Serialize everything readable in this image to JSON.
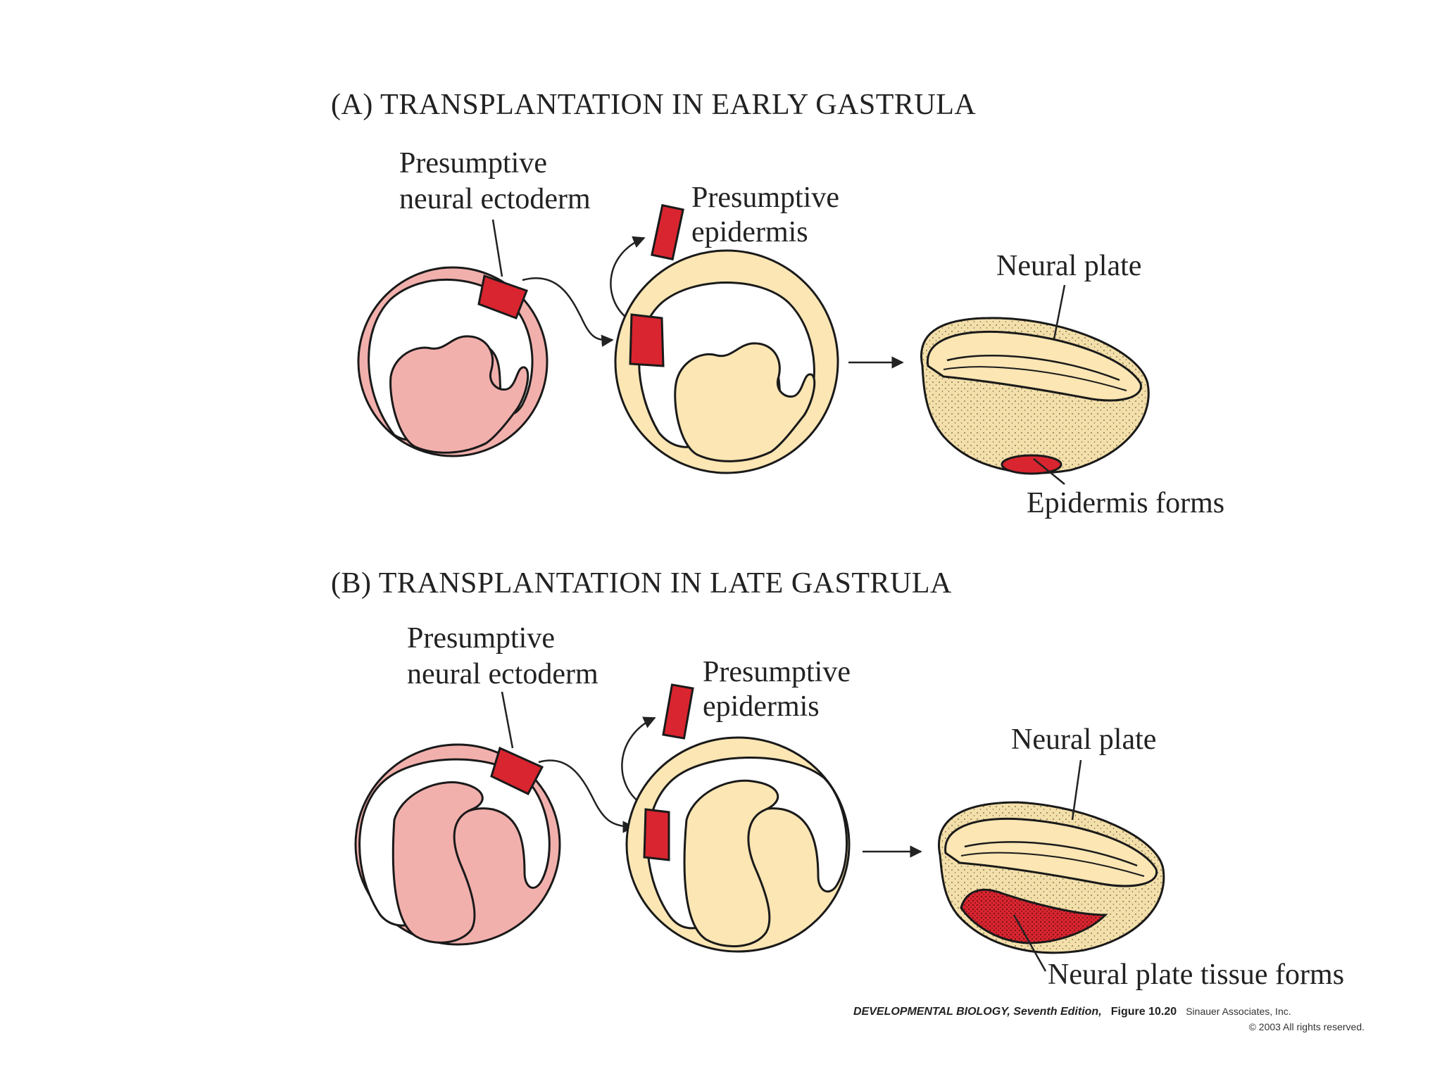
{
  "panel_a": {
    "title": "(A) TRANSPLANTATION IN EARLY GASTRULA",
    "donor_label_line1": "Presumptive",
    "donor_label_line2": "neural ectoderm",
    "host_label_line1": "Presumptive",
    "host_label_line2": "epidermis",
    "plate_label": "Neural plate",
    "outcome_label": "Epidermis forms"
  },
  "panel_b": {
    "title": "(B) TRANSPLANTATION IN LATE GASTRULA",
    "donor_label_line1": "Presumptive",
    "donor_label_line2": "neural ectoderm",
    "host_label_line1": "Presumptive",
    "host_label_line2": "epidermis",
    "plate_label": "Neural plate",
    "outcome_label": "Neural plate tissue forms"
  },
  "credit": {
    "book": "DEVELOPMENTAL BIOLOGY, Seventh Edition,",
    "figure": "Figure 10.20",
    "publisher": "Sinauer Associates, Inc.",
    "rights": "© 2003 All rights reserved."
  },
  "colors": {
    "donor_pink": "#f2b0ad",
    "host_cream": "#fbe6b4",
    "graft_red": "#d9252f",
    "plate_tan": "#f3dfaa"
  }
}
